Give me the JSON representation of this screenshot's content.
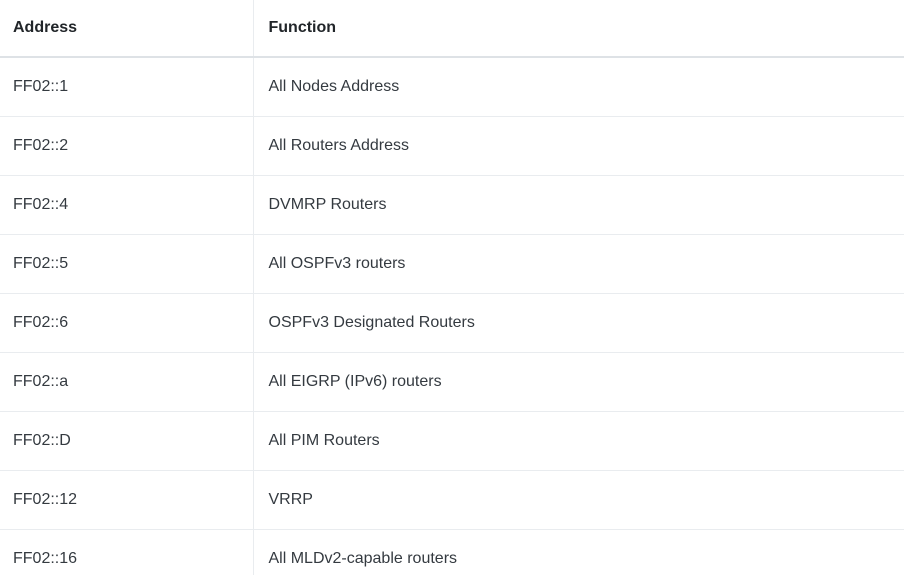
{
  "table": {
    "columns": [
      {
        "key": "address",
        "label": "Address"
      },
      {
        "key": "function",
        "label": "Function"
      }
    ],
    "rows": [
      {
        "address": "FF02::1",
        "function": "All Nodes Address"
      },
      {
        "address": "FF02::2",
        "function": "All Routers Address"
      },
      {
        "address": "FF02::4",
        "function": "DVMRP Routers"
      },
      {
        "address": "FF02::5",
        "function": "All OSPFv3 routers"
      },
      {
        "address": "FF02::6",
        "function": "OSPFv3 Designated Routers"
      },
      {
        "address": "FF02::a",
        "function": "All EIGRP (IPv6) routers"
      },
      {
        "address": "FF02::D",
        "function": "All PIM Routers"
      },
      {
        "address": "FF02::12",
        "function": "VRRP"
      },
      {
        "address": "FF02::16",
        "function": "All MLDv2-capable routers"
      }
    ]
  },
  "colors": {
    "page_background": "#ffffff",
    "header_text": "#212529",
    "body_text": "#343a40",
    "header_border": "#dee2e6",
    "row_border": "#e9ecef"
  }
}
